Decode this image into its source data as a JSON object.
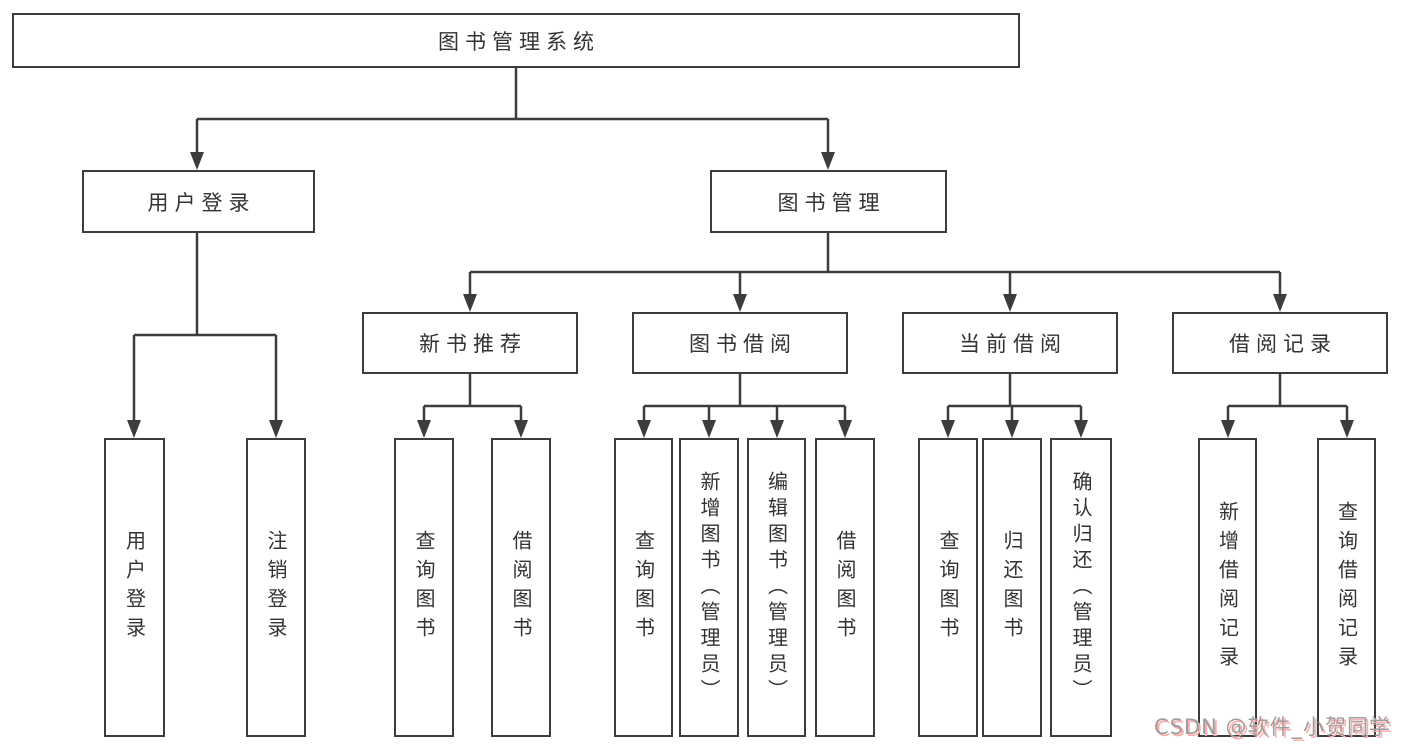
{
  "diagram": {
    "root": {
      "label": "图书管理系统"
    },
    "user_login": {
      "label": "用户登录",
      "children": [
        "用户登录",
        "注销登录"
      ]
    },
    "book_management": {
      "label": "图书管理"
    },
    "modules": {
      "new_book": {
        "label": "新书推荐",
        "children": [
          "查询图书",
          "借阅图书"
        ]
      },
      "book_borrow": {
        "label": "图书借阅",
        "children": [
          "查询图书",
          "新增图书（管理员）",
          "编辑图书（管理员）",
          "借阅图书"
        ]
      },
      "current_borrow": {
        "label": "当前借阅",
        "children": [
          "查询图书",
          "归还图书",
          "确认归还（管理员）"
        ]
      },
      "borrow_record": {
        "label": "借阅记录",
        "children": [
          "新增借阅记录",
          "查询借阅记录"
        ]
      }
    }
  },
  "watermark": {
    "text": "CSDN @软件_小贺同学"
  },
  "colors": {
    "line": "#3c3c3c",
    "box_border": "#3c3c3c",
    "text": "#333333",
    "watermark_text": "#9e9e9e",
    "watermark_shadow": "#ffadad",
    "background": "#ffffff"
  }
}
